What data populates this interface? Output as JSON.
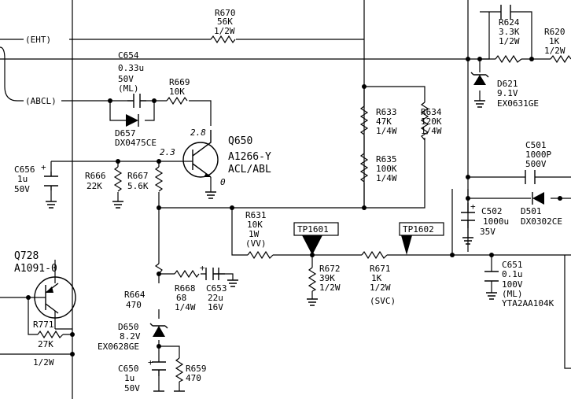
{
  "nets": {
    "eht": "(EHT)",
    "abcl": "(ABCL)",
    "vv": "(VV)",
    "svc": "(SVC)"
  },
  "voltages": {
    "q650_top": "2.8",
    "q650_left": "2.3",
    "q650_right": "0"
  },
  "components": {
    "r670": {
      "ref": "R670",
      "value": "56K",
      "rating": "1/2W"
    },
    "c654": {
      "ref": "C654",
      "value": "0.33u",
      "rating": "50V",
      "note": "(ML)"
    },
    "r669": {
      "ref": "R669",
      "value": "10K"
    },
    "d657": {
      "ref": "D657",
      "part": "DX0475CE"
    },
    "q650": {
      "ref": "Q650",
      "part": "A1266-Y",
      "note": "ACL/ABL"
    },
    "c656": {
      "ref": "C656",
      "value": "1u",
      "rating": "50V"
    },
    "r666": {
      "ref": "R666",
      "value": "22K"
    },
    "r667": {
      "ref": "R667",
      "value": "5.6K"
    },
    "r633": {
      "ref": "R633",
      "value": "47K",
      "rating": "1/4W"
    },
    "r634": {
      "ref": "R634",
      "value": "120K",
      "rating": "1/4W"
    },
    "r635": {
      "ref": "R635",
      "value": "100K",
      "rating": "1/4W"
    },
    "r624": {
      "ref": "R624",
      "value": "3.3K",
      "rating": "1/2W"
    },
    "r620": {
      "ref": "R620",
      "value": "1K",
      "rating": "1/2W"
    },
    "d621": {
      "ref": "D621",
      "value": "9.1V",
      "part": "EX0631GE"
    },
    "c501": {
      "ref": "C501",
      "value": "1000P",
      "rating": "500V"
    },
    "c502": {
      "ref": "C502",
      "value": "1000u",
      "rating": "35V"
    },
    "d501": {
      "ref": "D501",
      "part": "DX0302CE"
    },
    "r631": {
      "ref": "R631",
      "value": "10K",
      "rating": "1W"
    },
    "tp1601": {
      "ref": "TP1601"
    },
    "tp1602": {
      "ref": "TP1602"
    },
    "r672": {
      "ref": "R672",
      "value": "39K",
      "rating": "1/2W"
    },
    "r671": {
      "ref": "R671",
      "value": "1K",
      "rating": "1/2W"
    },
    "c651": {
      "ref": "C651",
      "value": "0.1u",
      "rating": "100V",
      "note": "(ML)",
      "part": "YTA2AA104K"
    },
    "q728": {
      "ref": "Q728",
      "part": "A1091-0"
    },
    "r771": {
      "ref": "R771",
      "value": "27K",
      "rating": "1/2W"
    },
    "r664": {
      "ref": "R664",
      "value": "470"
    },
    "r668": {
      "ref": "R668",
      "value": "68",
      "rating": "1/4W"
    },
    "c653": {
      "ref": "C653",
      "value": "22u",
      "rating": "16V"
    },
    "d650": {
      "ref": "D650",
      "value": "8.2V",
      "part": "EX0628GE"
    },
    "c650": {
      "ref": "C650",
      "value": "1u",
      "rating": "50V"
    },
    "r659": {
      "ref": "R659",
      "value": "470"
    }
  }
}
